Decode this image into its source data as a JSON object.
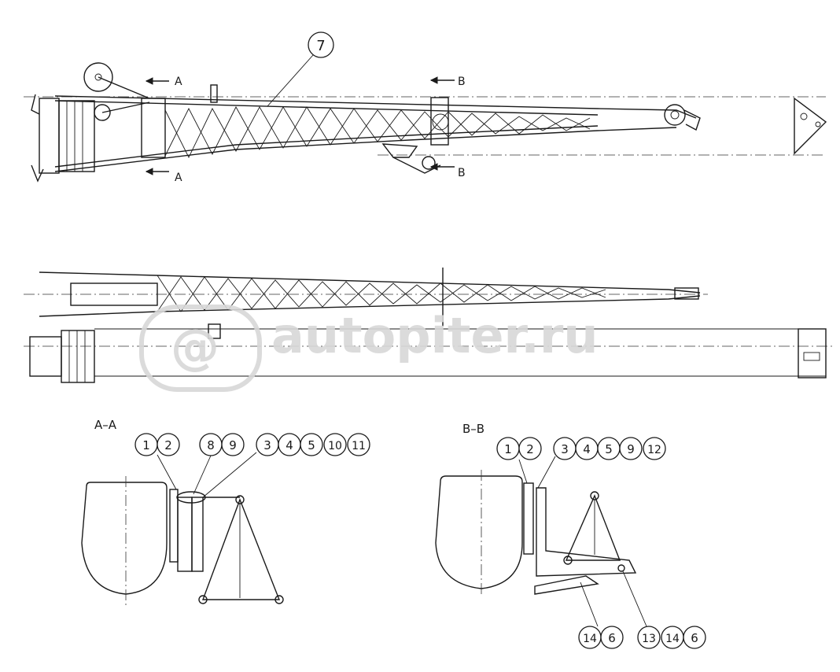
{
  "watermark": {
    "text": "autopiter.ru"
  },
  "views": {
    "top_label": "7",
    "section_a": {
      "marker": "A",
      "title": "A–A"
    },
    "section_b": {
      "marker": "B",
      "title": "B–B"
    }
  },
  "callouts_aa": [
    "1",
    "2",
    "8",
    "9",
    "3",
    "4",
    "5",
    "10",
    "11"
  ],
  "callouts_bb_top": [
    "1",
    "2",
    "3",
    "4",
    "5",
    "9",
    "12"
  ],
  "callouts_bb_bottom_left": [
    "14",
    "6"
  ],
  "callouts_bb_bottom_right": [
    "13",
    "14",
    "6"
  ]
}
